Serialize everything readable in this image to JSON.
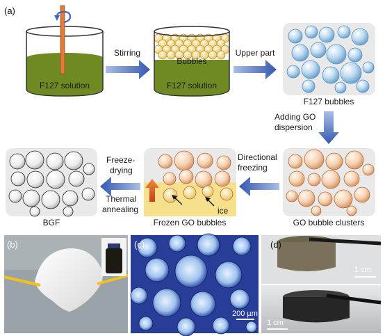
{
  "panel_labels": {
    "a": "(a)",
    "b": "(b)",
    "c": "(c)",
    "d": "(d)"
  },
  "beaker1": {
    "solution_label": "F127 solution"
  },
  "step_stirring": "Stirring",
  "beaker2": {
    "bubbles_label": "Bubbles",
    "solution_label": "F127 solution"
  },
  "step_upper": "Upper part",
  "f127_bubbles_label": "F127 bubbles",
  "step_adding_go": {
    "line1": "Adding GO",
    "line2": "dispersion"
  },
  "go_clusters_label": "GO bubble clusters",
  "step_directional": {
    "line1": "Directional",
    "line2": "freezing"
  },
  "frozen_label": "Frozen GO bubbles",
  "ice_label": "ice",
  "step_freeze": {
    "line1": "Freeze-",
    "line2": "drying"
  },
  "step_thermal": {
    "line1": "Thermal",
    "line2": "annealing"
  },
  "bgf_label": "BGF",
  "scale_c": "200 µm",
  "scale_d_top": "1 cm",
  "scale_d_bottom": "1 cm",
  "colors": {
    "arrow": "#3f64b8",
    "solution": "#6f8a22",
    "bubble_yellow": "#f1dc8a",
    "go_bubble": "#f3c9a6",
    "frozen_bg": "#f7e08c",
    "blue_bubble": "#a9cde8"
  }
}
